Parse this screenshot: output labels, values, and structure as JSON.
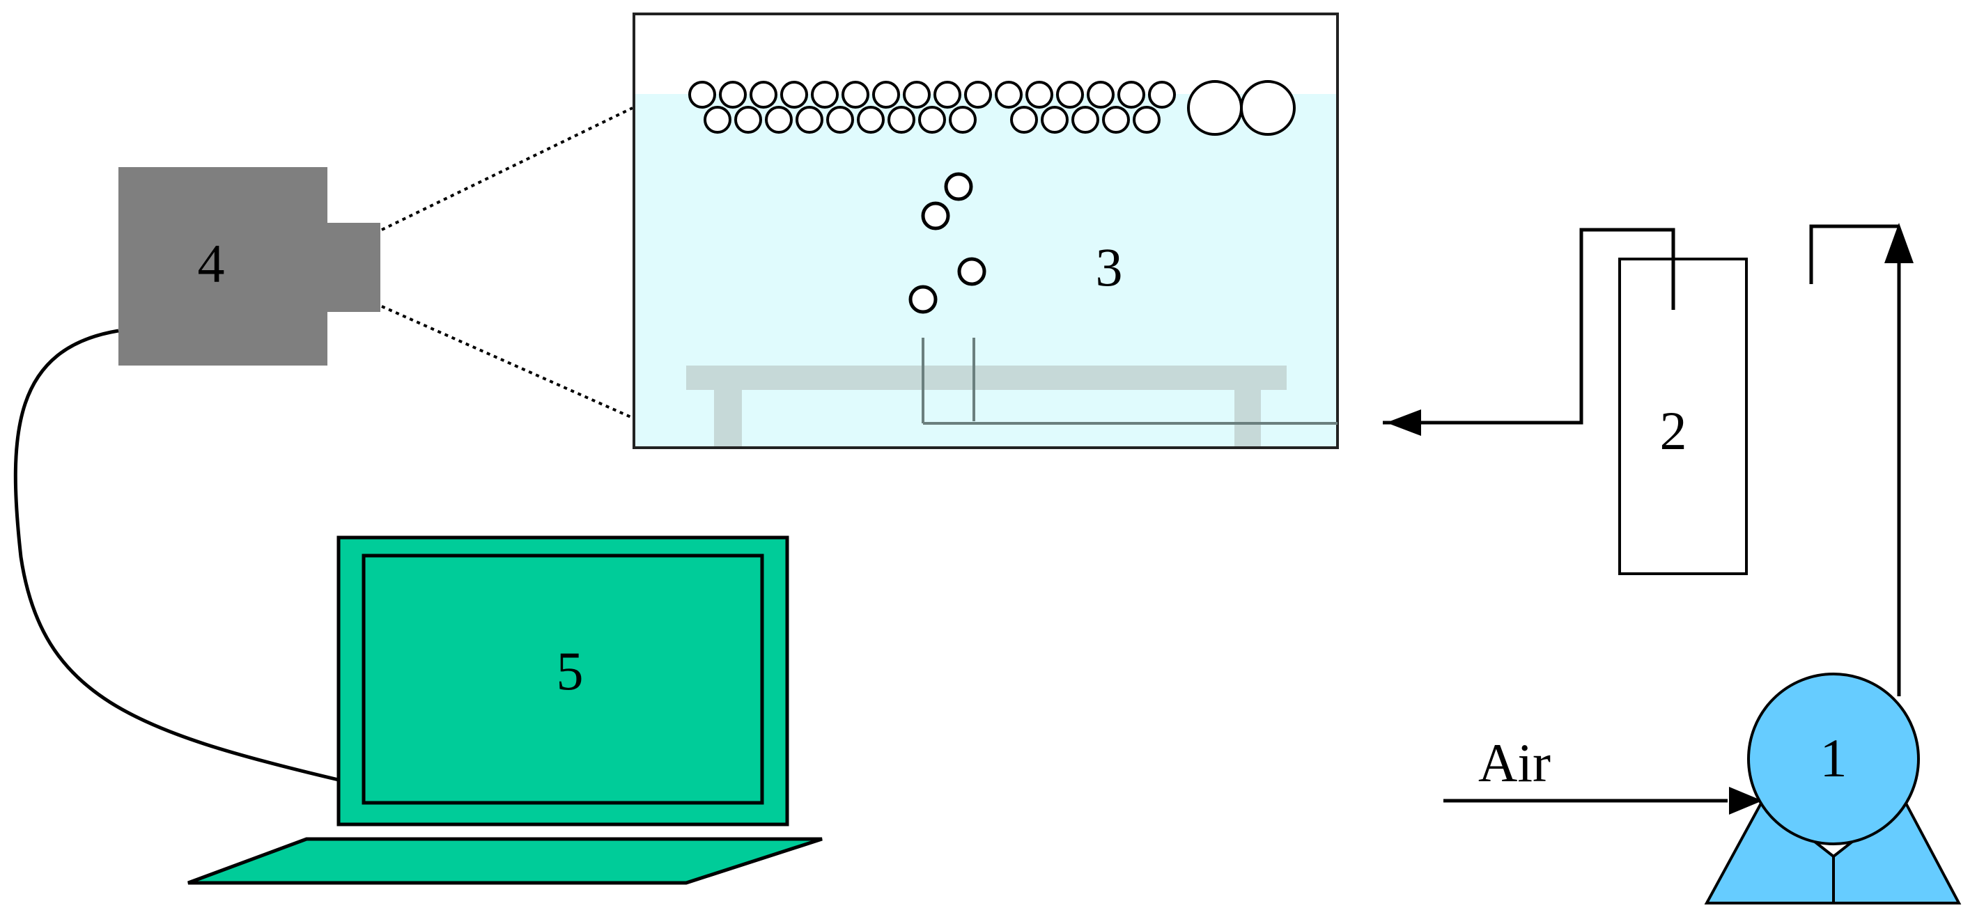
{
  "labels": {
    "pump": "1",
    "flask": "2",
    "tank": "3",
    "camera": "4",
    "computer": "5",
    "air": "Air"
  },
  "colors": {
    "water": "#e0fbfd",
    "tank_border": "#222222",
    "support": "#c6d9d8",
    "camera": "#7f7f7f",
    "laptop": "#00cc99",
    "pump": "#66ccff",
    "line": "#000000"
  }
}
